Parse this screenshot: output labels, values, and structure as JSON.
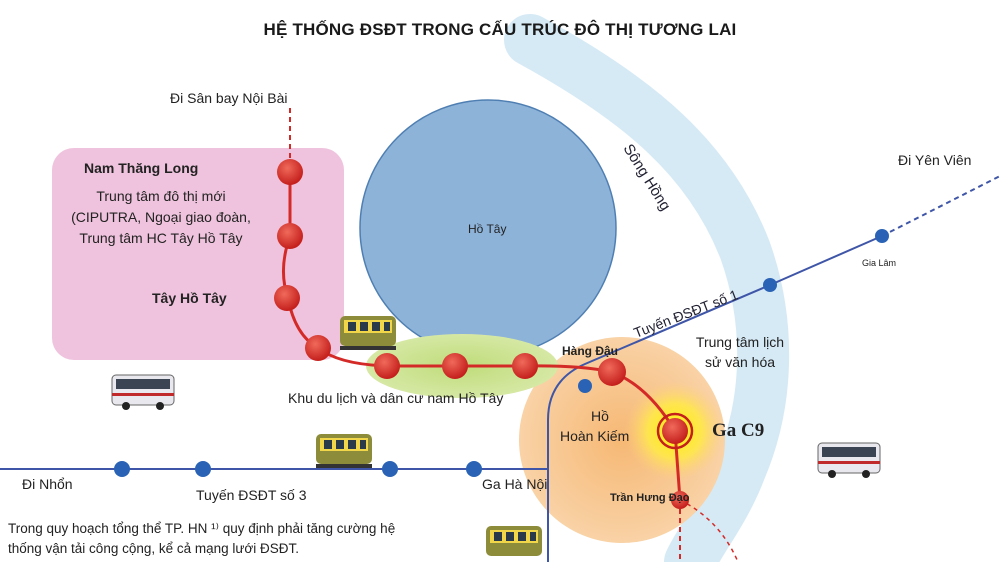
{
  "title": "HỆ THỐNG ĐSĐT TRONG CẤU TRÚC ĐÔ THỊ TƯƠNG LAI",
  "labels": {
    "airport": "Đi Sân bay Nội Bài",
    "nam_thang_long": "Nam Thăng Long",
    "new_urban_1": "Trung tâm đô thị mới",
    "new_urban_2": "(CIPUTRA, Ngoại giao đoàn,",
    "new_urban_3": "Trung tâm HC Tây Hồ Tây",
    "tay_ho_tay": "Tây Hồ Tây",
    "ho_tay": "Hồ Tây",
    "song_hong": "Sông Hồng",
    "di_yen_vien": "Đi Yên Viên",
    "gia_lam": "Gia Lâm",
    "tuyen_1": "Tuyến ĐSĐT số 1",
    "trung_tam_lich_1": "Trung tâm lịch",
    "trung_tam_lich_2": "sử văn hóa",
    "hang_dau": "Hàng Đậu",
    "tourism": "Khu du lịch và dân cư nam Hồ Tây",
    "ho_1": "Hồ",
    "ho_2": "Hoàn Kiếm",
    "ga_c9": "Ga C9",
    "di_nhon": "Đi Nhổn",
    "tuyen_3": "Tuyến ĐSĐT số 3",
    "ga_ha_noi": "Ga Hà Nội",
    "tran_hung_dao": "Trần Hưng Đạo",
    "note_1": "Trong  quy hoạch tổng thể TP. HN ¹⁾ quy định phải tăng cường hệ",
    "note_2": "thống vận tải công cộng, kể cả mạng lưới ĐSĐT."
  },
  "colors": {
    "river": "#d6eaf6",
    "lake": "#8db3d9",
    "pink_zone": "#efc3dd",
    "green_zone": "#c5dd86",
    "red_line": "#d42a27",
    "blue_line": "#3f56a8",
    "station_blue": "#2a63b5",
    "orange_zone": "#f7c48a",
    "ga_c9_glow": "#ffe800"
  },
  "icons": [
    "train-icon",
    "bus-icon"
  ]
}
